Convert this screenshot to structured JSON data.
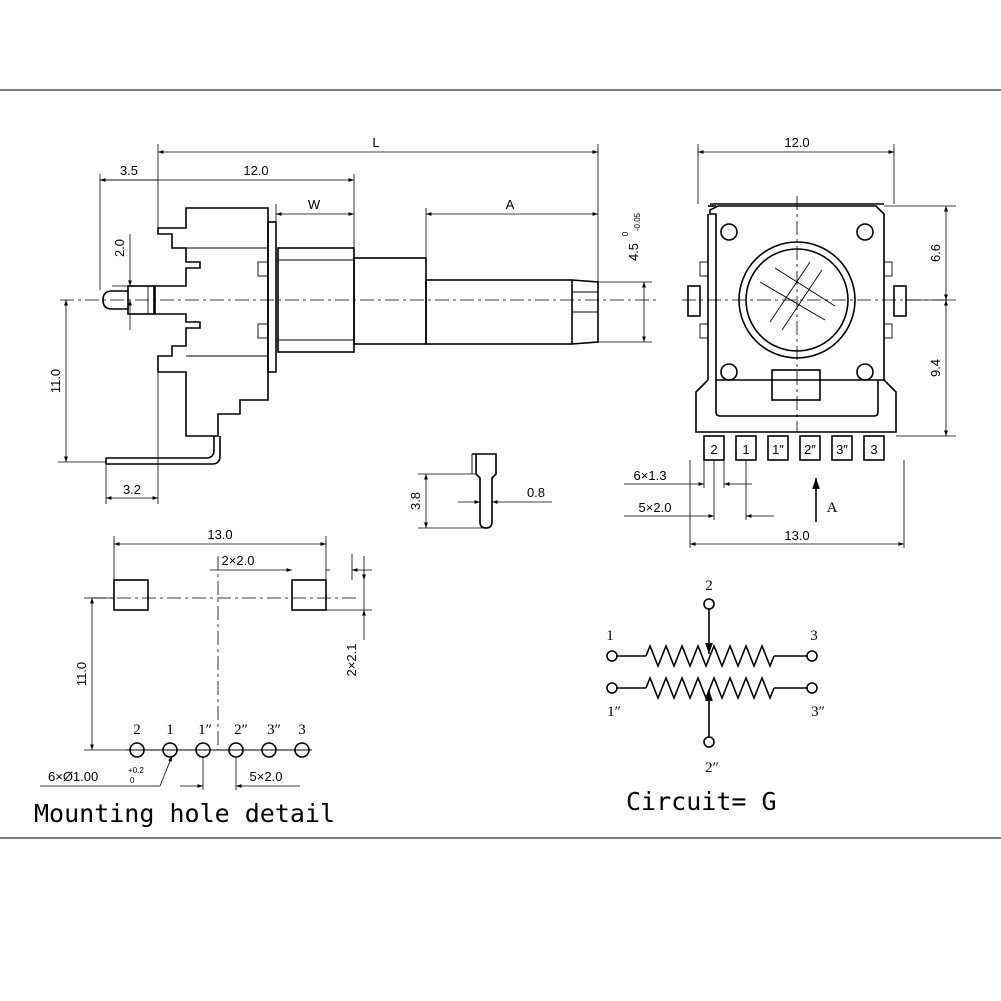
{
  "side_view": {
    "dim_L": "L",
    "dim_3_5": "3.5",
    "dim_12_0": "12.0",
    "dim_W": "W",
    "dim_A": "A",
    "dim_2_0": "2.0",
    "dim_11_0": "11.0",
    "dim_3_2": "3.2",
    "dim_4_5": "4.5",
    "tol_upper": "0",
    "tol_lower": "-0.05"
  },
  "front_view": {
    "dim_width": "12.0",
    "dim_6_6": "6.6",
    "dim_9_4": "9.4",
    "dim_6x1_3": "6×1.3",
    "dim_5x2_0": "5×2.0",
    "dim_13_0": "13.0",
    "arrow_label": "A",
    "pins": [
      "2",
      "1",
      "1″",
      "2″",
      "3″",
      "3"
    ]
  },
  "pin_detail": {
    "dim_3_8": "3.8",
    "dim_0_8": "0.8"
  },
  "mounting": {
    "title": "Mounting hole detail",
    "dim_13_0": "13.0",
    "dim_2x2_0": "2×2.0",
    "dim_11_0": "11.0",
    "dim_2x2_1": "2×2.1",
    "holes_main": "6×Ø1.00",
    "holes_tol_upper": "+0.2",
    "holes_tol_lower": "0",
    "dim_5x2_0": "5×2.0",
    "hole_labels": [
      "2",
      "1",
      "1″",
      "2″",
      "3″",
      "3"
    ]
  },
  "circuit": {
    "title": "Circuit= G",
    "term_top": "2",
    "term_left_top": "1",
    "term_right_top": "3",
    "term_left_bottom": "1″",
    "term_right_bottom": "3″",
    "term_bottom": "2″"
  }
}
